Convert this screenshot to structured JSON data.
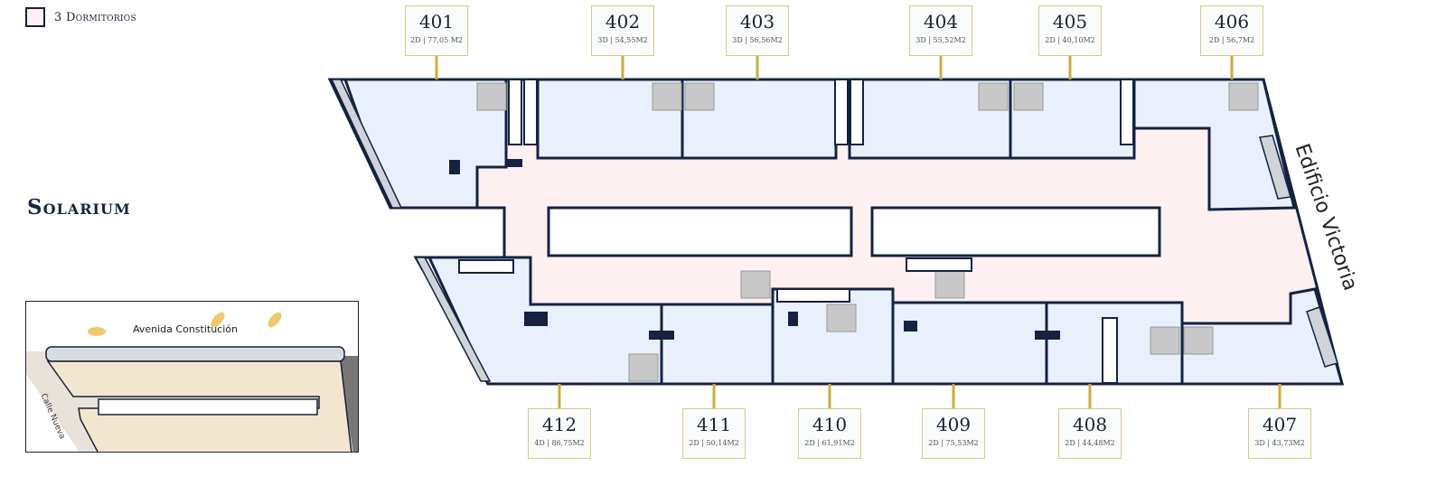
{
  "legend": {
    "label": "3 Dormitorios",
    "color": "#fdf0f0"
  },
  "floor_title": "Solarium",
  "building_label": "Edificio Victoria",
  "colors": {
    "unit": "#e9f0fb",
    "corridor": "#fdf0f0",
    "wall": "#152340",
    "tag_border": "#d9c98c",
    "stem": "#c8ae3c"
  },
  "units_top": [
    {
      "number": "401",
      "info": "2D | 77,05 M2"
    },
    {
      "number": "402",
      "info": "3D | 54,55M2"
    },
    {
      "number": "403",
      "info": "3D | 56,56M2"
    },
    {
      "number": "404",
      "info": "3D | 55,52M2"
    },
    {
      "number": "405",
      "info": "2D | 40,10M2"
    },
    {
      "number": "406",
      "info": "2D | 56,7M2"
    }
  ],
  "units_bottom": [
    {
      "number": "412",
      "info": "4D | 86,75M2"
    },
    {
      "number": "411",
      "info": "2D | 50,14M2"
    },
    {
      "number": "410",
      "info": "2D | 61,91M2"
    },
    {
      "number": "409",
      "info": "2D | 75,53M2"
    },
    {
      "number": "408",
      "info": "2D | 44,48M2"
    },
    {
      "number": "407",
      "info": "3D | 43,73M2"
    }
  ],
  "location_map": {
    "street_main": "Avenida Constitución",
    "street_side": "Calle Nueva"
  }
}
